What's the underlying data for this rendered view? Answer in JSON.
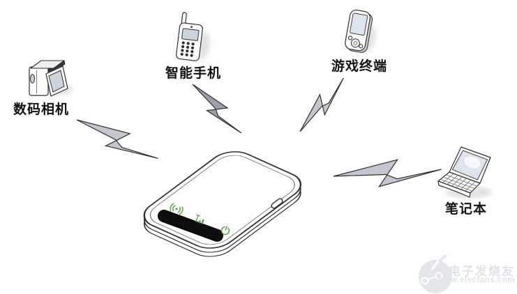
{
  "labels": {
    "camera": "数码相机",
    "smartphone": "智能手机",
    "game_console": "游戏终端",
    "laptop": "笔记本"
  },
  "hotspot": {
    "indicator_icons": [
      "wifi-icon",
      "signal-strength-icon",
      "power-icon"
    ],
    "display": "black-status-strip"
  },
  "connections": [
    {
      "from": "camera",
      "to": "hotspot",
      "type": "wireless-bolt"
    },
    {
      "from": "smartphone",
      "to": "hotspot",
      "type": "wireless-bolt"
    },
    {
      "from": "game_console",
      "to": "hotspot",
      "type": "wireless-bolt"
    },
    {
      "from": "laptop",
      "to": "hotspot",
      "type": "wireless-bolt"
    }
  ],
  "watermark": {
    "brand": "电子发烧友",
    "url": "www.elecfans.com"
  },
  "colors": {
    "indicator_green": "#56a344",
    "bolt_fill": "#c2c6cd",
    "bolt_fill_dark": "#9aa0a9",
    "outline": "#2e3033",
    "watermark": "#e3e6ea",
    "watermark_text": "#e0e3e7"
  }
}
